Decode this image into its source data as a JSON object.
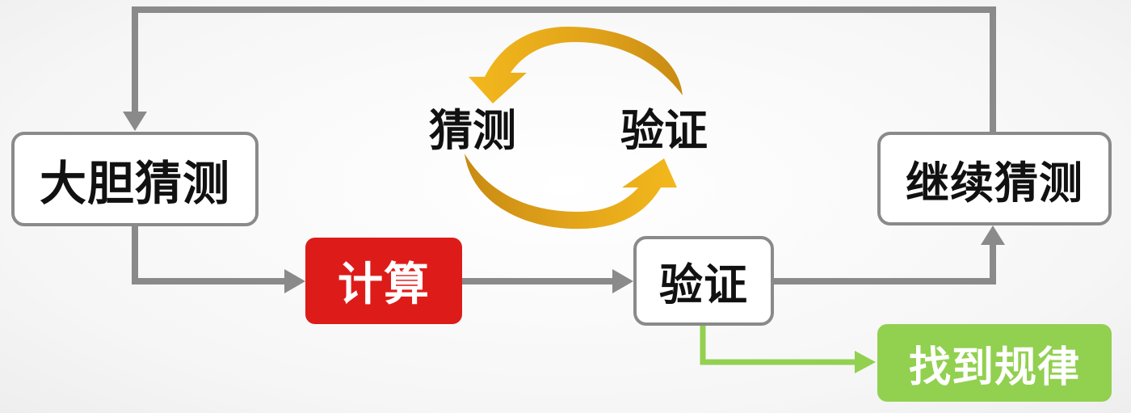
{
  "nodes": {
    "bold_guess": "大胆猜测",
    "compute": "计算",
    "verify": "验证",
    "continue_guess": "继续猜测",
    "find_pattern": "找到规律"
  },
  "cycle": {
    "left_label": "猜测",
    "right_label": "验证"
  },
  "colors": {
    "arrow_gray": "#8a8a8a",
    "arrow_green": "#92d050",
    "compute_red": "#dd1c1a",
    "cycle_gold": "#e6a817",
    "box_border": "#8a8a8a"
  }
}
